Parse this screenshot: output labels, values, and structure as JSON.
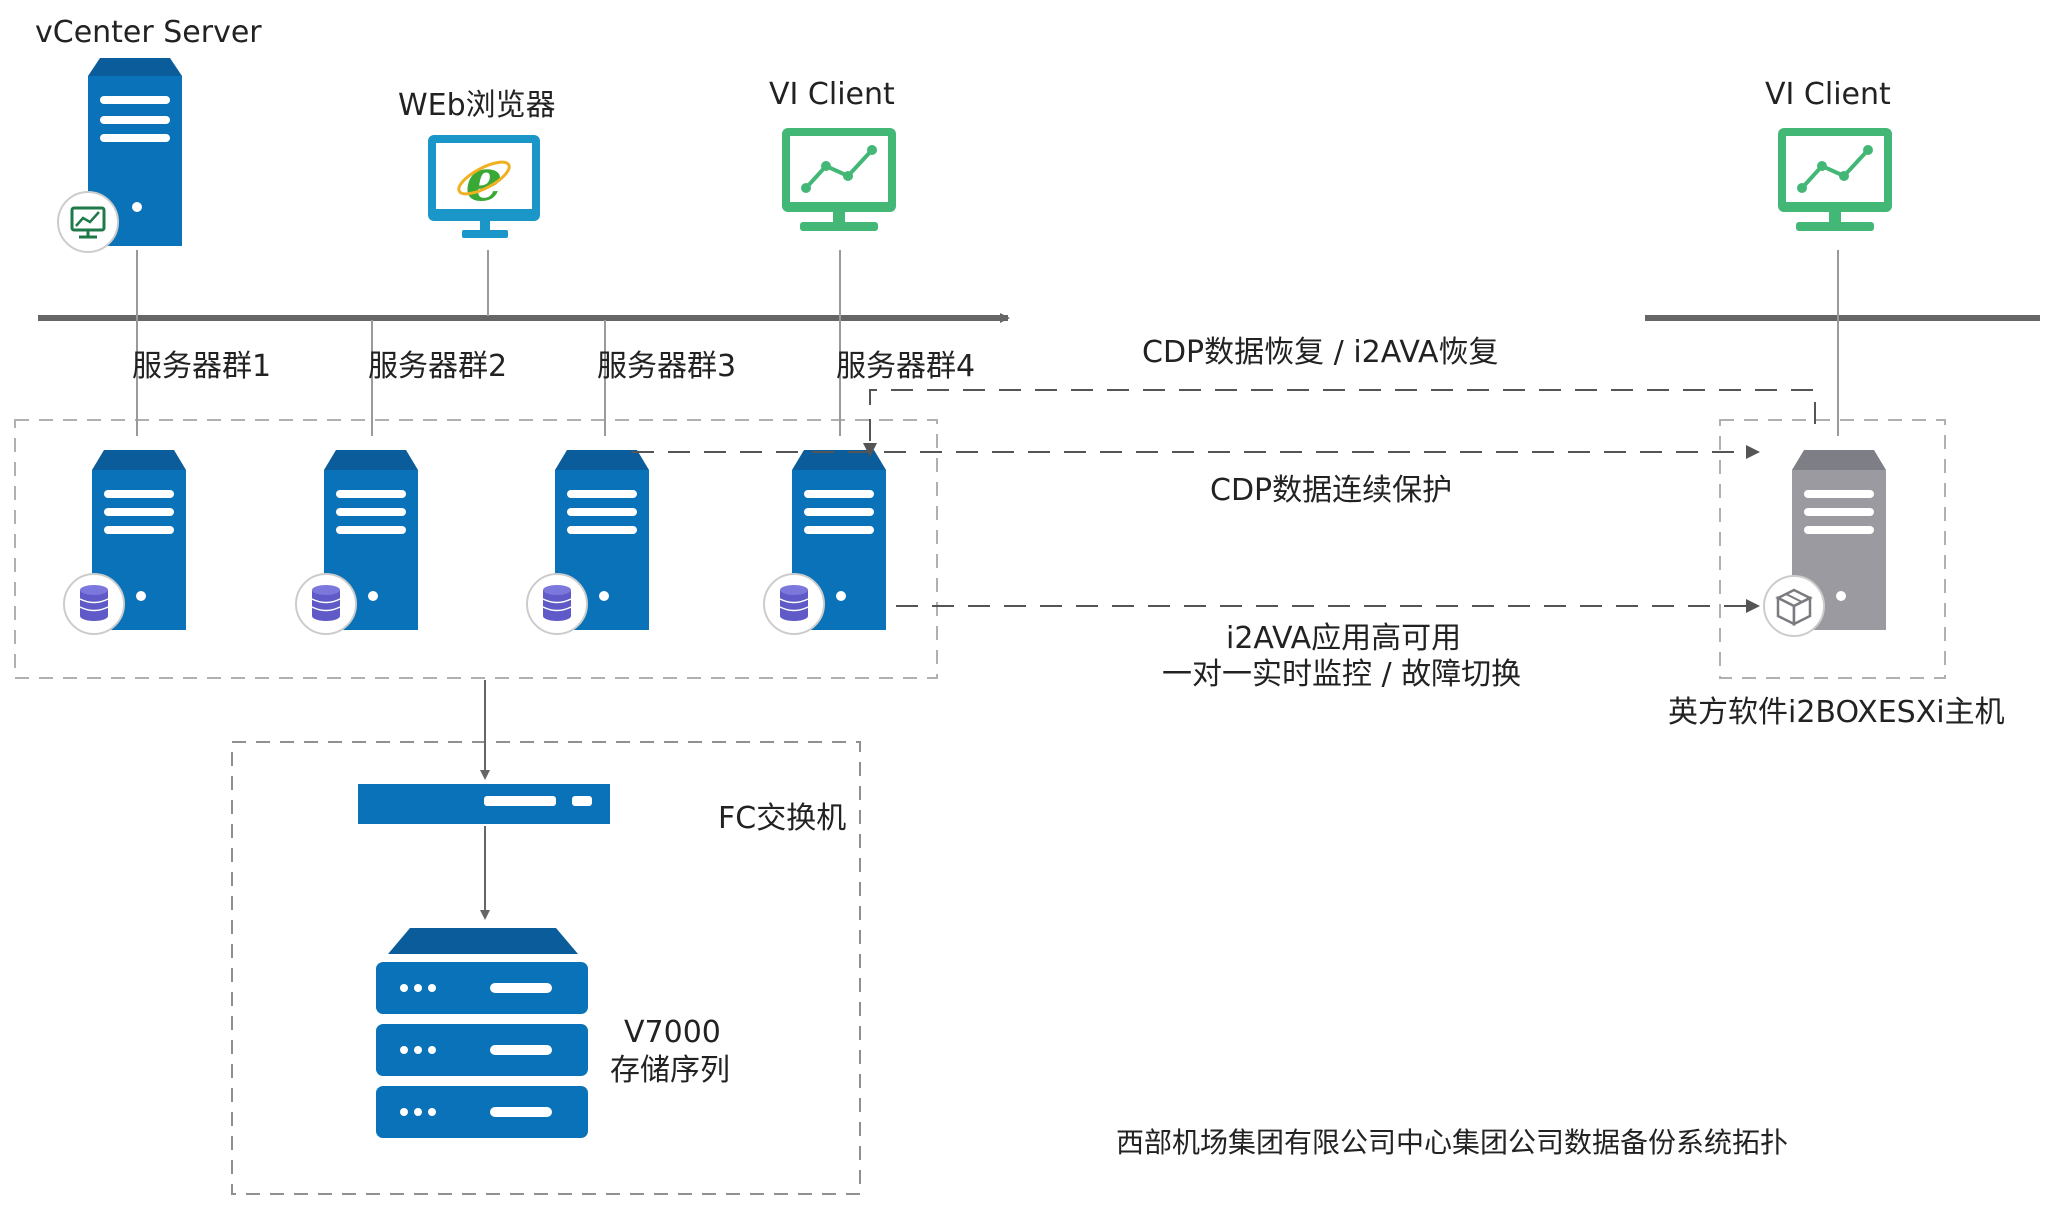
{
  "colors": {
    "server_blue": "#0a72b8",
    "server_dark": "#0a5d9a",
    "backup_gray": "#9a9aa0",
    "monitor_green": "#43b776",
    "browser_blue": "#1a96c8",
    "line_gray": "#666666",
    "dash_gray": "#555555",
    "db_purple": "#5f5ac8"
  },
  "vcenter": {
    "label": "vCenter Server",
    "badge_icon": "monitor-chart-icon"
  },
  "browser": {
    "label": "WEb浏览器",
    "icon": "internet-explorer-icon"
  },
  "vi_client_left": {
    "label": "VI Client",
    "icon": "monitor-chart-icon"
  },
  "vi_client_right": {
    "label": "VI Client",
    "icon": "monitor-chart-icon"
  },
  "server_groups": [
    {
      "label": "服务器群1",
      "badge_icon": "database-icon"
    },
    {
      "label": "服务器群2",
      "badge_icon": "database-icon"
    },
    {
      "label": "服务器群3",
      "badge_icon": "database-icon"
    },
    {
      "label": "服务器群4",
      "badge_icon": "database-icon"
    }
  ],
  "flows": {
    "restore": "CDP数据恢复 / i2AVA恢复",
    "protect": "CDP数据连续保护",
    "ha_line1": "i2AVA应用高可用",
    "ha_line2": "一对一实时监控 / 故障切换"
  },
  "backup_host": {
    "label": "英方软件i2BOXESXi主机",
    "badge_icon": "package-box-icon"
  },
  "fc_switch": {
    "label": "FC交换机"
  },
  "storage": {
    "line1": "V7000",
    "line2": "存储序列"
  },
  "caption": "西部机场集团有限公司中心集团公司数据备份系统拓扑"
}
